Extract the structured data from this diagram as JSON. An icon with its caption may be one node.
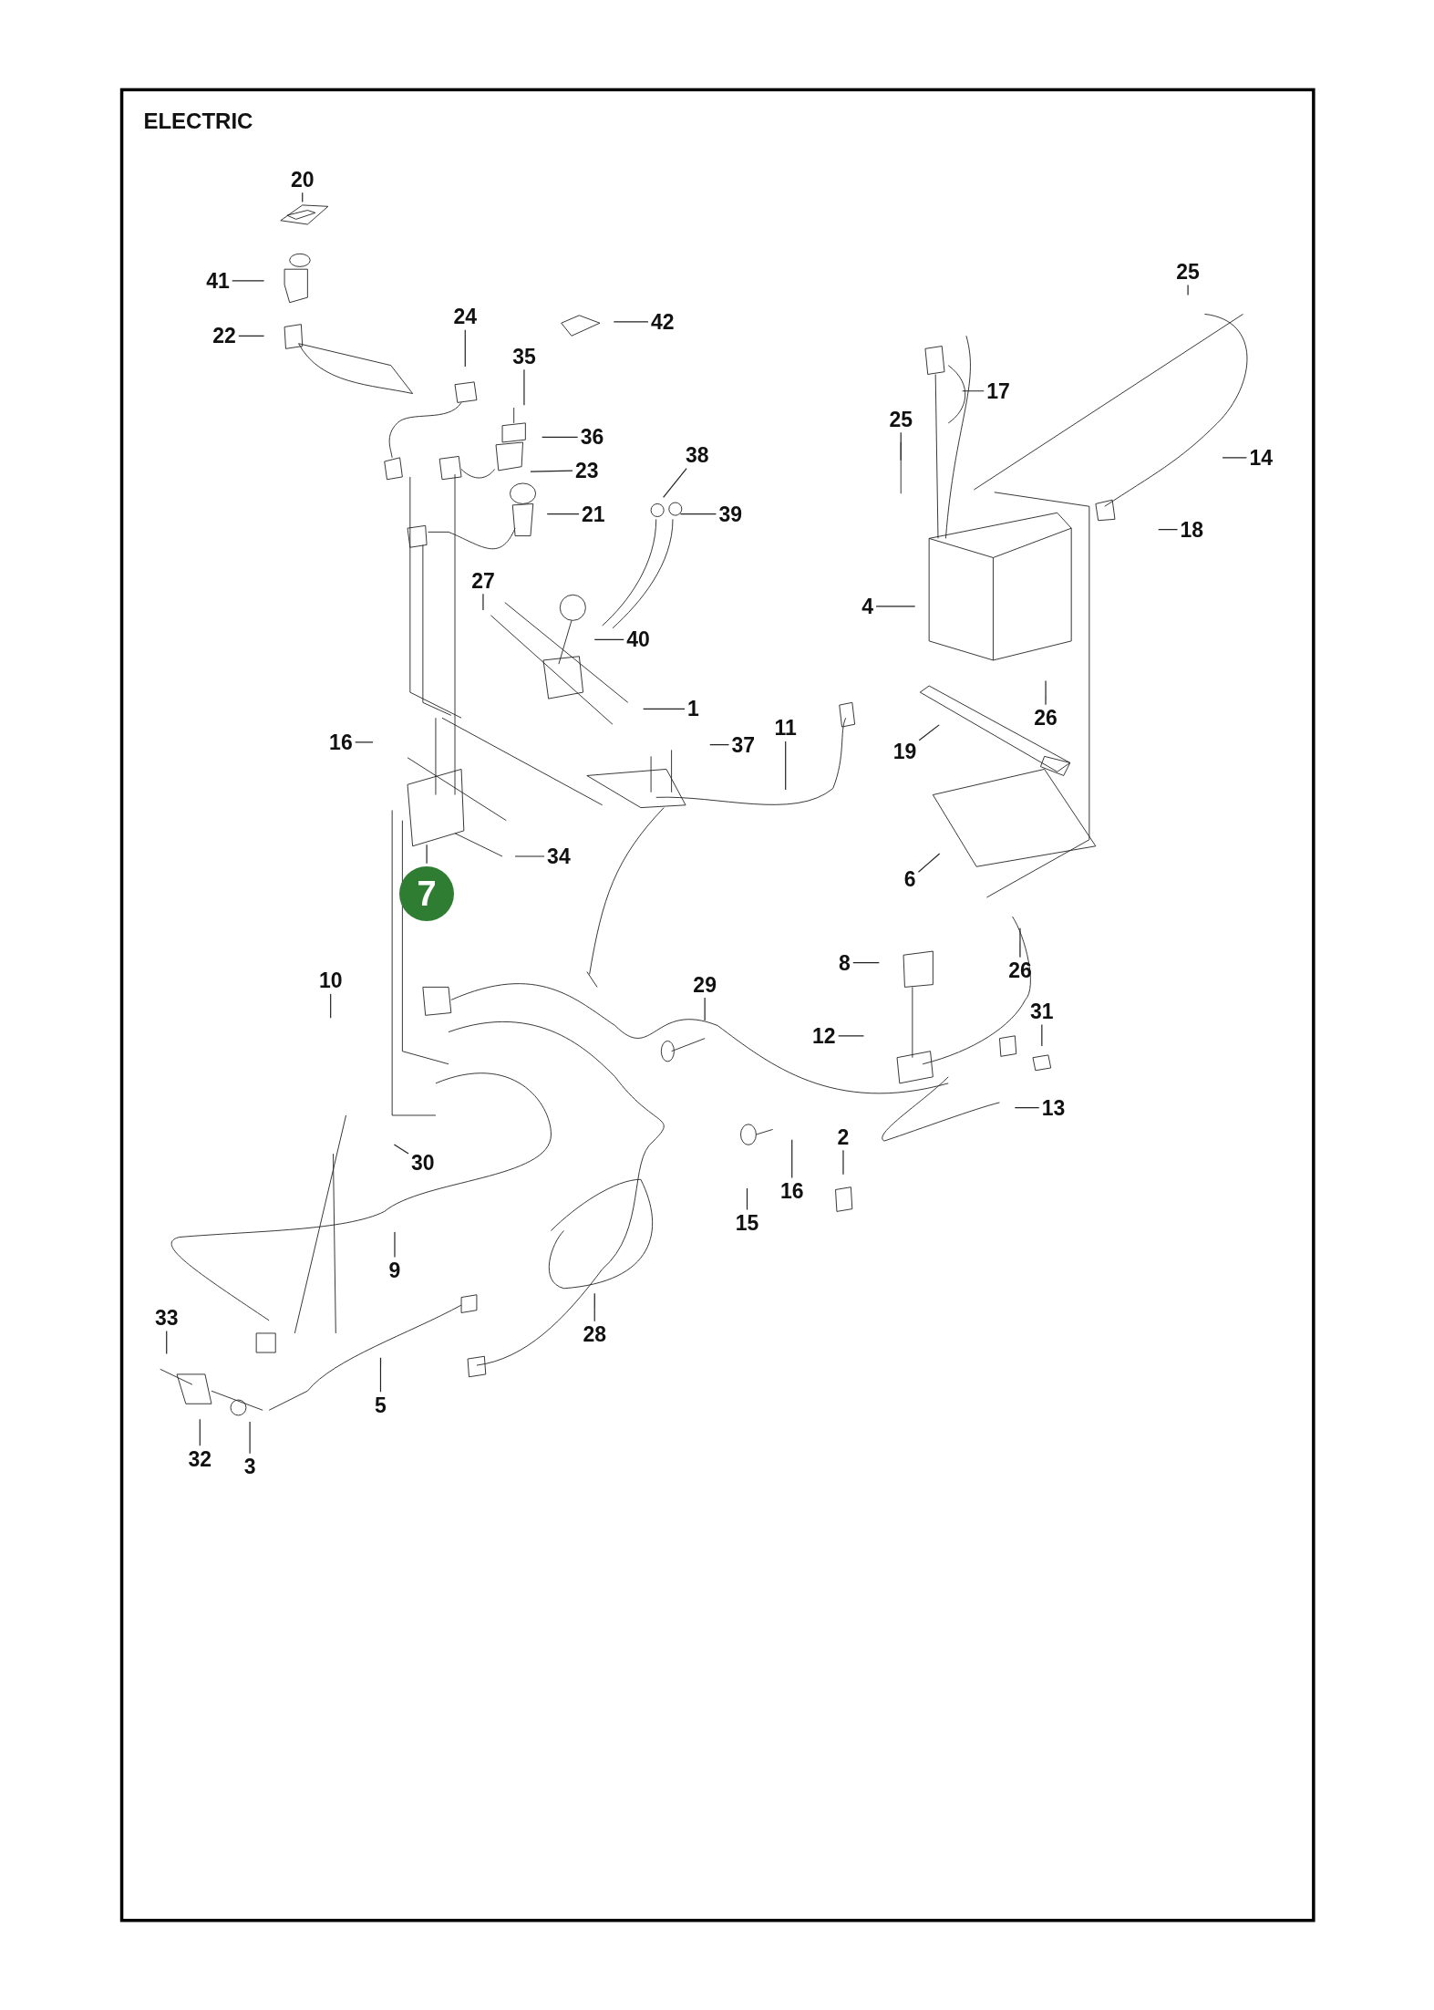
{
  "diagram": {
    "title": "ELECTRIC",
    "nodes": [
      {
        "text": [
          "20"
        ]
      },
      {
        "text": [
          "25"
        ]
      },
      {
        "text": [
          "41"
        ]
      },
      {
        "text": [
          "24"
        ]
      },
      {
        "text": [
          "42"
        ]
      },
      {
        "text": [
          "22"
        ]
      },
      {
        "text": [
          "35"
        ]
      },
      {
        "text": [
          "17"
        ]
      },
      {
        "text": [
          "25"
        ]
      },
      {
        "text": [
          "36"
        ]
      },
      {
        "text": [
          "14"
        ]
      },
      {
        "text": [
          "38"
        ]
      },
      {
        "text": [
          "23"
        ]
      },
      {
        "text": [
          "39"
        ]
      },
      {
        "text": [
          "21"
        ]
      },
      {
        "text": [
          "18"
        ]
      },
      {
        "text": [
          "27"
        ]
      },
      {
        "text": [
          "4"
        ]
      },
      {
        "text": [
          "40"
        ]
      },
      {
        "text": [
          "1"
        ]
      },
      {
        "text": [
          "26"
        ]
      },
      {
        "text": [
          "11"
        ]
      },
      {
        "text": [
          "16"
        ]
      },
      {
        "text": [
          "37"
        ]
      },
      {
        "text": [
          "19"
        ]
      },
      {
        "text": [
          "34"
        ]
      },
      {
        "text": [
          "6"
        ]
      },
      {
        "text": [
          "7"
        ]
      },
      {
        "text": [
          "8"
        ]
      },
      {
        "text": [
          "26"
        ]
      },
      {
        "text": [
          "10"
        ]
      },
      {
        "text": [
          "29"
        ]
      },
      {
        "text": [
          "31"
        ]
      },
      {
        "text": [
          "12"
        ]
      },
      {
        "text": [
          "13"
        ]
      },
      {
        "text": [
          "2"
        ]
      },
      {
        "text": [
          "30"
        ]
      },
      {
        "text": [
          "16"
        ]
      },
      {
        "text": [
          "15"
        ]
      },
      {
        "text": [
          "9"
        ]
      },
      {
        "text": [
          "33"
        ]
      },
      {
        "text": [
          "28"
        ]
      },
      {
        "text": [
          "5"
        ]
      },
      {
        "text": [
          "32"
        ]
      },
      {
        "text": [
          "3"
        ]
      }
    ],
    "edges": [
      {
        "from": 0,
        "to": null,
        "arrow": "none"
      },
      {
        "from": 1,
        "to": null,
        "arrow": "none"
      },
      {
        "from": 2,
        "to": null,
        "arrow": "none"
      },
      {
        "from": 3,
        "to": null,
        "arrow": "none"
      },
      {
        "from": 4,
        "to": null,
        "arrow": "none"
      },
      {
        "from": 5,
        "to": null,
        "arrow": "none"
      },
      {
        "from": 6,
        "to": null,
        "arrow": "none"
      },
      {
        "from": 7,
        "to": null,
        "arrow": "none"
      },
      {
        "from": 8,
        "to": null,
        "arrow": "none"
      },
      {
        "from": 9,
        "to": null,
        "arrow": "none"
      },
      {
        "from": 10,
        "to": null,
        "arrow": "none"
      },
      {
        "from": 11,
        "to": null,
        "arrow": "none"
      },
      {
        "from": 12,
        "to": null,
        "arrow": "none"
      },
      {
        "from": 13,
        "to": null,
        "arrow": "none"
      },
      {
        "from": 14,
        "to": null,
        "arrow": "none"
      },
      {
        "from": 15,
        "to": null,
        "arrow": "none"
      },
      {
        "from": 16,
        "to": null,
        "arrow": "none"
      },
      {
        "from": 17,
        "to": null,
        "arrow": "none"
      },
      {
        "from": 18,
        "to": null,
        "arrow": "none"
      },
      {
        "from": 19,
        "to": null,
        "arrow": "none"
      },
      {
        "from": 20,
        "to": null,
        "arrow": "none"
      },
      {
        "from": 21,
        "to": null,
        "arrow": "none"
      },
      {
        "from": 22,
        "to": null,
        "arrow": "none"
      },
      {
        "from": 23,
        "to": null,
        "arrow": "none"
      },
      {
        "from": 24,
        "to": null,
        "arrow": "none"
      },
      {
        "from": 25,
        "to": null,
        "arrow": "none"
      },
      {
        "from": 26,
        "to": null,
        "arrow": "none"
      },
      {
        "from": 27,
        "to": null,
        "arrow": "none"
      },
      {
        "from": 28,
        "to": null,
        "arrow": "none"
      },
      {
        "from": 29,
        "to": null,
        "arrow": "none"
      },
      {
        "from": 30,
        "to": null,
        "arrow": "none"
      },
      {
        "from": 31,
        "to": null,
        "arrow": "none"
      },
      {
        "from": 32,
        "to": null,
        "arrow": "none"
      },
      {
        "from": 33,
        "to": null,
        "arrow": "none"
      },
      {
        "from": 34,
        "to": null,
        "arrow": "none"
      },
      {
        "from": 35,
        "to": null,
        "arrow": "none"
      },
      {
        "from": 36,
        "to": null,
        "arrow": "none"
      },
      {
        "from": 37,
        "to": null,
        "arrow": "none"
      },
      {
        "from": 38,
        "to": null,
        "arrow": "none"
      },
      {
        "from": 39,
        "to": null,
        "arrow": "none"
      },
      {
        "from": 40,
        "to": null,
        "arrow": "none"
      },
      {
        "from": 41,
        "to": null,
        "arrow": "none"
      },
      {
        "from": 42,
        "to": null,
        "arrow": "none"
      },
      {
        "from": 43,
        "to": null,
        "arrow": "none"
      },
      {
        "from": 44,
        "to": null,
        "arrow": "none"
      }
    ]
  }
}
